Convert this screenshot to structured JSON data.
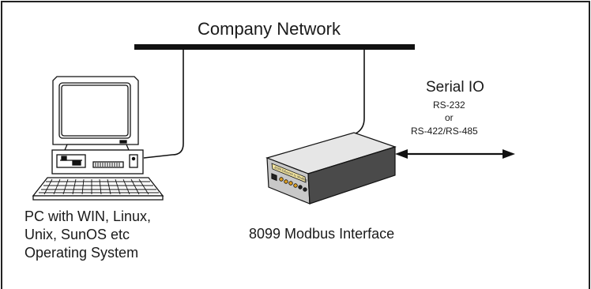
{
  "diagram": {
    "network_label": "Company Network",
    "serial": {
      "title": "Serial IO",
      "line1": "RS-232",
      "line2": "or",
      "line3": "RS-422/RS-485"
    },
    "pc_caption": {
      "line1": "PC with WIN, Linux,",
      "line2": "Unix, SunOS etc",
      "line3": "Operating System"
    },
    "device_caption": "8099 Modbus Interface",
    "device_panel_text": "8099 Ethernet to Modbus"
  }
}
